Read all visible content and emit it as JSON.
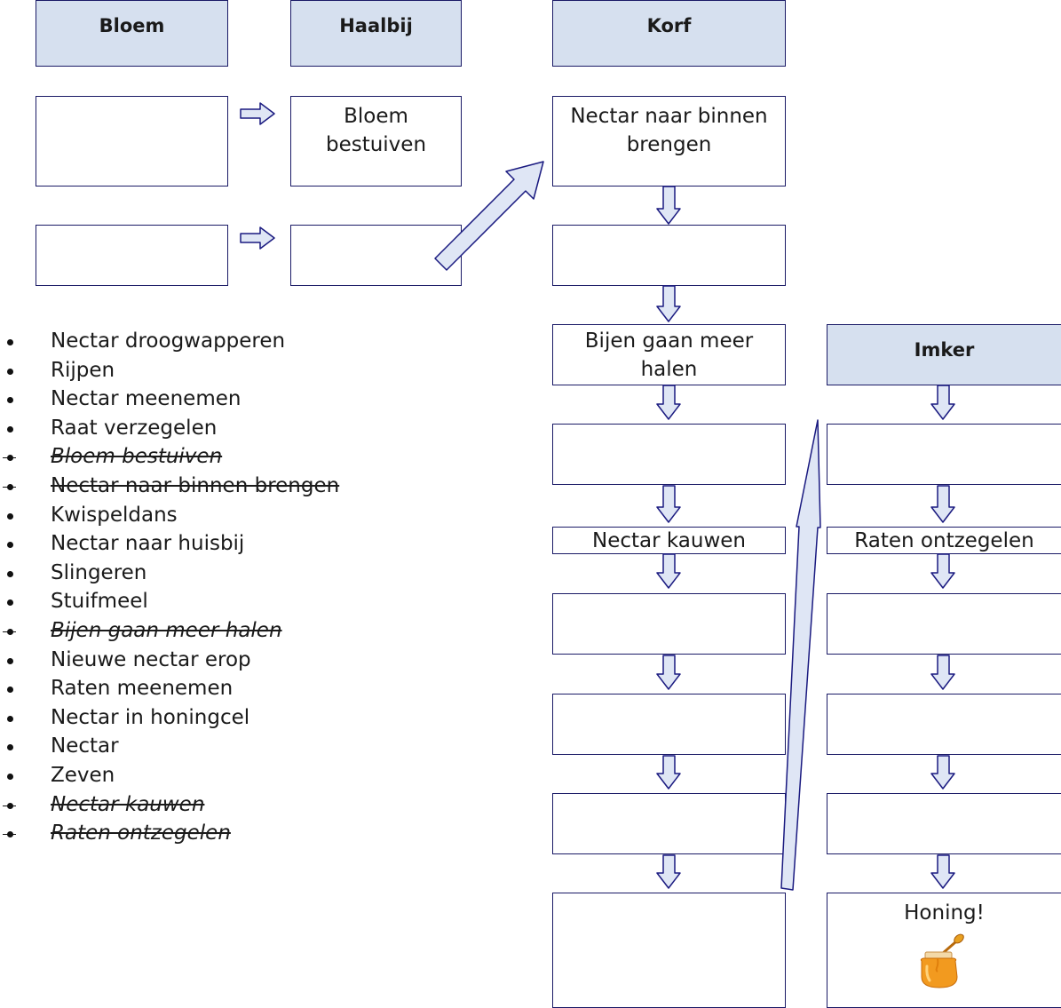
{
  "columns": {
    "bloem": "Bloem",
    "haalbij": "Haalbij",
    "korf": "Korf",
    "imker": "Imker"
  },
  "haalbij_boxes": [
    "Bloem bestuiven",
    ""
  ],
  "korf_boxes": [
    "Nectar naar binnen brengen",
    "",
    "Bijen gaan meer halen",
    "",
    "Nectar kauwen",
    "",
    "",
    "",
    ""
  ],
  "imker_boxes": [
    "",
    "Raten ontzegelen",
    "",
    "",
    "",
    "Honing!"
  ],
  "word_list": [
    {
      "text": "Nectar droogwapperen",
      "struck": false,
      "italic": false
    },
    {
      "text": "Rijpen",
      "struck": false,
      "italic": false
    },
    {
      "text": "Nectar meenemen",
      "struck": false,
      "italic": false
    },
    {
      "text": "Raat verzegelen",
      "struck": false,
      "italic": false
    },
    {
      "text": "Bloem bestuiven",
      "struck": true,
      "italic": true
    },
    {
      "text": "Nectar naar binnen brengen",
      "struck": true,
      "italic": false
    },
    {
      "text": "Kwispeldans",
      "struck": false,
      "italic": false
    },
    {
      "text": "Nectar naar huisbij",
      "struck": false,
      "italic": false
    },
    {
      "text": "Slingeren",
      "struck": false,
      "italic": false
    },
    {
      "text": "Stuifmeel",
      "struck": false,
      "italic": false
    },
    {
      "text": "Bijen gaan meer halen",
      "struck": true,
      "italic": true
    },
    {
      "text": "Nieuwe nectar erop",
      "struck": false,
      "italic": false
    },
    {
      "text": "Raten meenemen",
      "struck": false,
      "italic": false
    },
    {
      "text": "Nectar in honingcel",
      "struck": false,
      "italic": false
    },
    {
      "text": "Nectar",
      "struck": false,
      "italic": false
    },
    {
      "text": "Zeven",
      "struck": false,
      "italic": false
    },
    {
      "text": "Nectar kauwen",
      "struck": true,
      "italic": true
    },
    {
      "text": "Raten ontzegelen",
      "struck": true,
      "italic": true
    }
  ],
  "colors": {
    "header_fill": "#d6e0ef",
    "arrow_fill": "#dfe6f5",
    "arrow_stroke": "#1a1a80"
  },
  "icons": {
    "honey_jar": "honey-jar-icon"
  }
}
